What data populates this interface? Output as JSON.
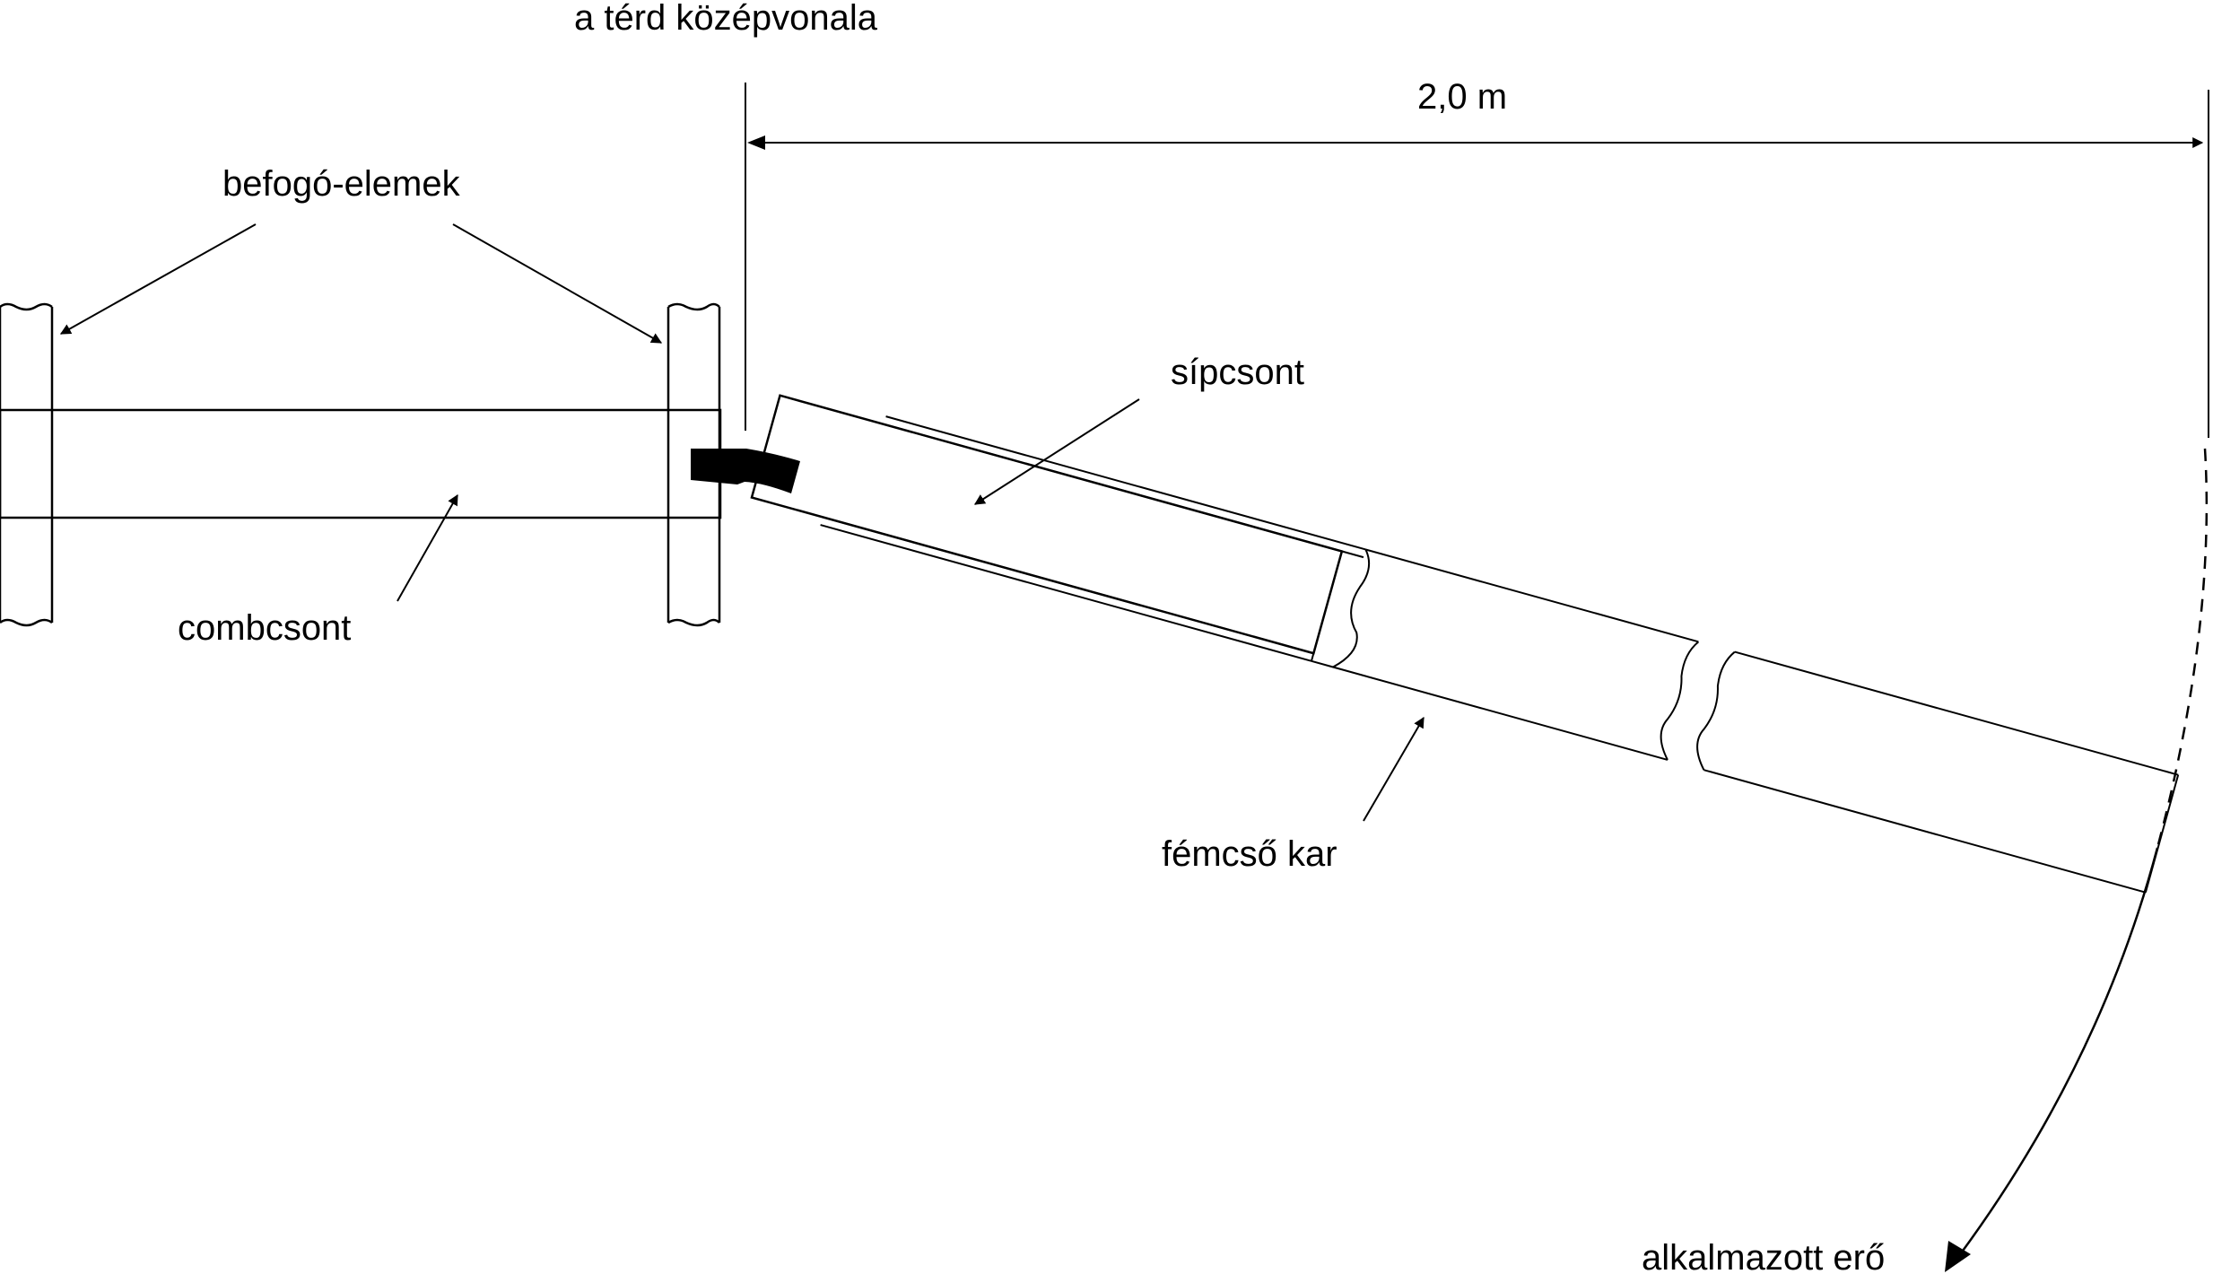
{
  "labels": {
    "knee_midline": "a térd középvonala",
    "distance": "2,0 m",
    "clamps": "befogó-elemek",
    "tibia": "sípcsont",
    "femur": "combcsont",
    "metal_tube_arm": "fémcső kar",
    "applied_force": "alkalmazott erő"
  },
  "colors": {
    "line": "#000000",
    "background": "#ffffff"
  }
}
